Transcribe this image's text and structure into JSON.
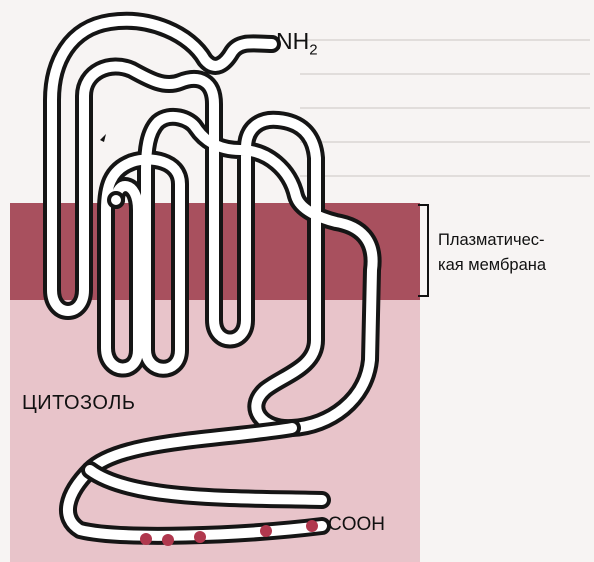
{
  "labels": {
    "n_terminus": "NH",
    "n_terminus_subscript": "2",
    "membrane_line1": "Плазматичес-",
    "membrane_line2": "кая мембрана",
    "cytosol": "ЦИТОЗОЛЬ",
    "c_terminus": "COOH"
  },
  "colors": {
    "membrane": "#a8505e",
    "cytosol": "#e8c4ca",
    "background": "#f7f4f3",
    "chain_outline": "#151515",
    "chain_fill": "#ffffff",
    "phosphate_dots": "#b0384e"
  },
  "glycosylation_dots_count": 5
}
